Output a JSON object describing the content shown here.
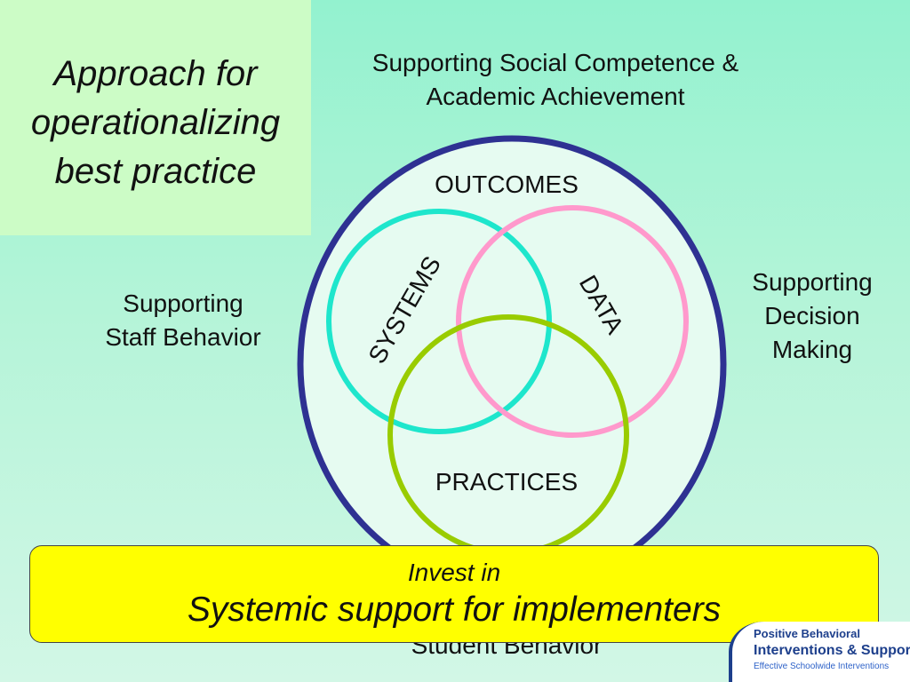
{
  "title": "Approach for\noperationalizing\nbest practice",
  "top_label": "Supporting Social Competence &\nAcademic Achievement",
  "left_label": "Supporting\nStaff Behavior",
  "right_label": "Supporting\nDecision\nMaking",
  "bottom_label": "Student Behavior",
  "outcomes_label": "OUTCOMES",
  "systems_label": "SYSTEMS",
  "data_label": "DATA",
  "practices_label": "PRACTICES",
  "banner": {
    "line1": "Invest in",
    "line2": "Systemic support for implementers"
  },
  "logo": {
    "line1": "Positive Behavioral",
    "line2": "Interventions & Supports",
    "line3": "Effective Schoolwide Interventions"
  },
  "colors": {
    "outer_ring": "#2e3192",
    "systems_ring": "#1ee6cc",
    "data_ring": "#ff99cc",
    "practices_ring": "#99cc00",
    "banner": "#ffff00"
  }
}
